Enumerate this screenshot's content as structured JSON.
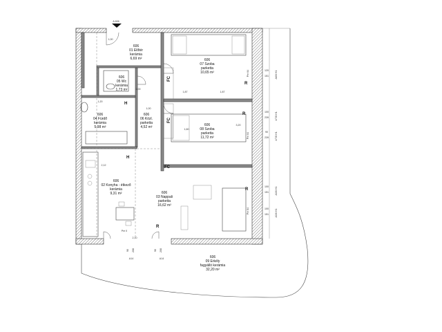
{
  "section_mark": "A 606",
  "rooms": [
    {
      "num": "606",
      "name": "01 Előtér",
      "floor": "kerámia",
      "area": "6,69 m²"
    },
    {
      "num": "606",
      "name": "07 Szoba",
      "floor": "parketta",
      "area": "10,65 m²"
    },
    {
      "num": "606",
      "name": "05 Wc",
      "floor": "kerámia",
      "area": "1,73 m²"
    },
    {
      "num": "606",
      "name": "04 Fürdő",
      "floor": "kerámia",
      "area": "5,98 m²"
    },
    {
      "num": "606",
      "name": "06 Közl.",
      "floor": "parketta",
      "area": "4,52 m²"
    },
    {
      "num": "606",
      "name": "08 Szoba",
      "floor": "parketta",
      "area": "11,72 m²"
    },
    {
      "num": "606",
      "name": "02 Konyha - étkező",
      "floor": "kerámia",
      "area": "9,31 m²"
    },
    {
      "num": "606",
      "name": "03 Nappali",
      "floor": "parketta",
      "area": "16,62 m²"
    },
    {
      "num": "606",
      "name": "09 Erkély",
      "floor": "fagyálló kerámia",
      "area": "32,20 m²"
    }
  ],
  "fc_label": "FC",
  "r_label": "R",
  "h_label": "H",
  "dims": {
    "d1": "1,00",
    "d2": "1,00",
    "d3": "1,60",
    "d4": "1,87",
    "d5": "1,00",
    "d6": "1,00",
    "d7": "3,20",
    "d8": "1,20",
    "d9": "2,10",
    "d10": "2,12"
  },
  "window_labels": [
    "120",
    "151",
    "100",
    "239",
    "90",
    "239",
    "100",
    "151",
    "100",
    "151"
  ],
  "window_codes": [
    "A6/6 H1",
    "4/7/8 H1",
    "4/7/8 H1",
    "A3/6 H1",
    "A3/6 H1"
  ],
  "pm_labels": [
    "Pm 64",
    "Pm 64",
    "Pm 64",
    "Pm 0"
  ],
  "bottom_dims": [
    "90",
    "208",
    "90",
    "208"
  ],
  "bottom_codes": [
    "A14",
    "A14"
  ]
}
